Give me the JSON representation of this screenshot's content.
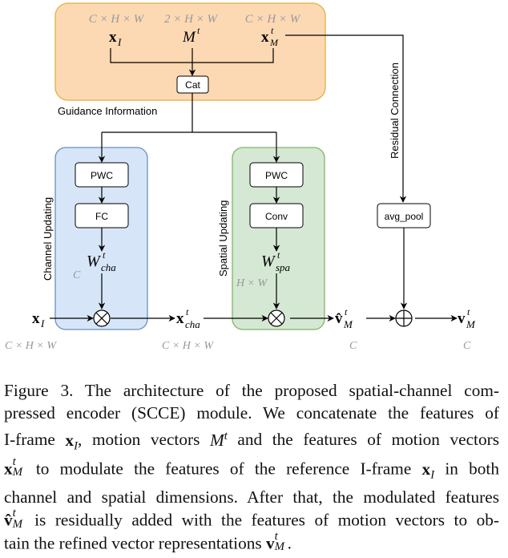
{
  "diagram": {
    "guidance_box": {
      "label": "Guidance Information",
      "inputs": [
        {
          "dim": "C × H × W",
          "symbol": "x",
          "sub": "I",
          "sup": ""
        },
        {
          "dim": "2 × H × W",
          "symbol": "M",
          "sub": "",
          "sup": "t"
        },
        {
          "dim": "C × H × W",
          "symbol": "x",
          "sub": "M",
          "sup": "t"
        }
      ],
      "cat_label": "Cat"
    },
    "channel_box": {
      "label": "Channel Updating",
      "blocks": [
        "PWC",
        "FC"
      ],
      "weight": {
        "symbol": "W",
        "sub": "cha",
        "sup": "t"
      },
      "dim": "C"
    },
    "spatial_box": {
      "label": "Spatial Updating",
      "blocks": [
        "PWC",
        "Conv"
      ],
      "weight": {
        "symbol": "W",
        "sub": "spa",
        "sup": "t"
      },
      "dim": "H × W"
    },
    "residual": {
      "label": "Residual Connection",
      "block": "avg_pool"
    },
    "flow": [
      {
        "symbol": "x",
        "sub": "I",
        "sup": "",
        "dim": "C × H × W"
      },
      {
        "symbol": "x",
        "sub": "cha",
        "sup": "t",
        "dim": "C × H × W"
      },
      {
        "symbol": "v̂",
        "sub": "M",
        "sup": "t",
        "dim": "C"
      },
      {
        "symbol": "v",
        "sub": "M",
        "sup": "t",
        "dim": "C"
      }
    ],
    "ops": {
      "multiply": "⊗",
      "add": "⊕"
    },
    "colors": {
      "guidance_fill": "#fdd9b3",
      "guidance_stroke": "#e0b040",
      "channel_fill": "#d6e6f8",
      "channel_stroke": "#6c8ebf",
      "spatial_fill": "#d5e8d4",
      "spatial_stroke": "#82b366",
      "dim_text": "#999999"
    }
  },
  "caption": {
    "lines": [
      "Figure 3.  The architecture of the proposed spatial-channel com-",
      "pressed encoder (SCCE) module.  We concatenate the features of",
      "I-frame {xI}, motion vectors {Mt} and the features of motion vectors",
      "{xtM} to modulate the features of the reference I-frame {xI} in both",
      "channel and spatial dimensions. After that, the modulated features",
      "{vhat} is residually added with the features of motion vectors to ob-",
      "tain the refined vector representations {vtM}."
    ],
    "segments": {
      "l1": "Figure 3.  The architecture of the proposed spatial-channel com-",
      "l2": "pressed encoder (SCCE) module.  We concatenate the features of",
      "l3a": "I-frame ",
      "l3b": ", motion vectors ",
      "l3c": " and the features of motion vectors",
      "l4b": " to modulate the features of the reference I-frame ",
      "l4c": " in both",
      "l5": "channel and spatial dimensions. After that, the modulated features",
      "l6b": " is residually added with the features of motion vectors to ob-",
      "l7a": "tain the refined vector representations ",
      "l7c": "."
    }
  }
}
